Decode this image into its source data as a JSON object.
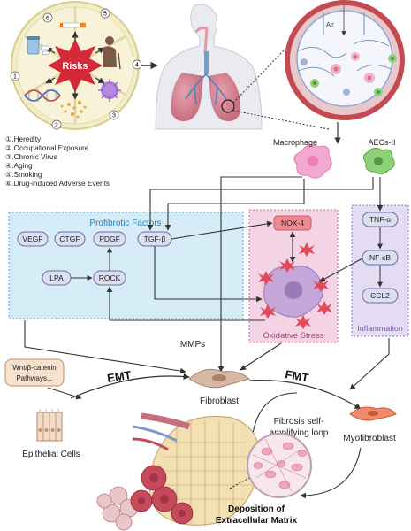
{
  "risks": {
    "center_label": "Risks",
    "numbers": [
      "1",
      "2",
      "3",
      "4",
      "5",
      "6"
    ],
    "legend": [
      ".Heredity",
      ".Occupational Exposure",
      ".Chronic Virus",
      ".Aging",
      ".Smoking",
      ".Drug-induced Adverse Events"
    ]
  },
  "lung_inset": {
    "air_label": "Air"
  },
  "cells": {
    "macrophage": "Macrophage",
    "aecs": "AECs-II",
    "fibroblast": "Fibroblast",
    "myofibroblast": "Myofibroblast",
    "epithelial": "Epithelial Cells"
  },
  "profibrotic": {
    "title": "Profibrotic Factors",
    "vegf": "VEGF",
    "ctgf": "CTGF",
    "pdgf": "PDGF",
    "tgfb": "TGF-β",
    "lpa": "LPA",
    "rock": "ROCK"
  },
  "oxidative": {
    "nox4": "NOX-4",
    "title": "Oxidative Stress"
  },
  "inflammation": {
    "tnfa": "TNF-α",
    "nfkb": "NF-κB",
    "ccl2": "CCL2",
    "title": "Inflammation"
  },
  "labels": {
    "mmps": "MMPs",
    "wnt_line1": "Wnt/β-catenin",
    "wnt_line2": "Pathways...",
    "emt": "EMT",
    "fmt": "FMT",
    "loop_line1": "Fibrosis self-",
    "loop_line2": "amplifying loop",
    "ecm_line1": "Deposition of",
    "ecm_line2": "Extracellular Matrix"
  },
  "colors": {
    "profibrotic_bg": "#d6ecf6",
    "profibrotic_border": "#5aa7cf",
    "oxidative_bg": "#f3d3e4",
    "oxidative_border": "#c86aa0",
    "inflammation_bg": "#e4dcf2",
    "inflammation_border": "#8c6fc1",
    "node_fill": "#dcdff0",
    "node_stroke": "#6b6f9e",
    "risk_red": "#d42a37",
    "arrow": "#333333"
  }
}
